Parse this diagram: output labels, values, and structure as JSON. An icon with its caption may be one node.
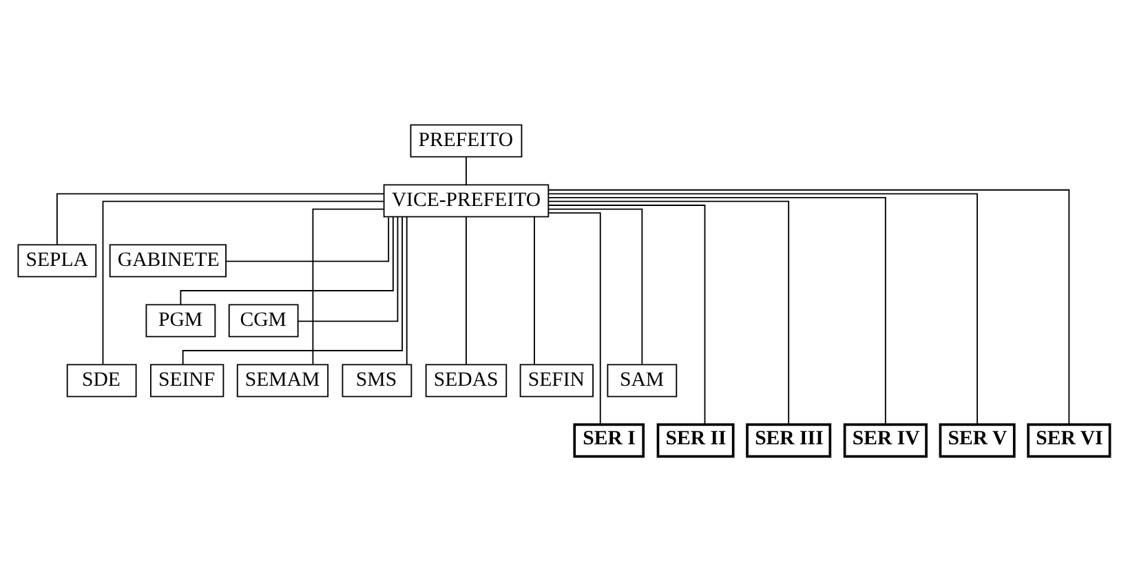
{
  "diagram": {
    "nodes": [
      {
        "text": [
          "PREFEITO"
        ]
      },
      {
        "text": [
          "VICE-PREFEITO"
        ]
      },
      {
        "text": [
          "SEPLA"
        ]
      },
      {
        "text": [
          "GABINETE"
        ]
      },
      {
        "text": [
          "PGM"
        ]
      },
      {
        "text": [
          "CGM"
        ]
      },
      {
        "text": [
          "SDE"
        ]
      },
      {
        "text": [
          "SEINF"
        ]
      },
      {
        "text": [
          "SEMAM"
        ]
      },
      {
        "text": [
          "SMS"
        ]
      },
      {
        "text": [
          "SEDAS"
        ]
      },
      {
        "text": [
          "SEFIN"
        ]
      },
      {
        "text": [
          "SAM"
        ]
      },
      {
        "text": [
          "SER I"
        ]
      },
      {
        "text": [
          "SER II"
        ]
      },
      {
        "text": [
          "SER III"
        ]
      },
      {
        "text": [
          "SER IV"
        ]
      },
      {
        "text": [
          "SER V"
        ]
      },
      {
        "text": [
          "SER VI"
        ]
      }
    ],
    "edges": [
      {
        "from": 0,
        "to": 1,
        "arrow": "none"
      },
      {
        "from": 1,
        "to": 2,
        "arrow": "none"
      },
      {
        "from": 1,
        "to": 3,
        "arrow": "none"
      },
      {
        "from": 1,
        "to": 4,
        "arrow": "none"
      },
      {
        "from": 1,
        "to": 5,
        "arrow": "none"
      },
      {
        "from": 1,
        "to": 6,
        "arrow": "none"
      },
      {
        "from": 1,
        "to": 7,
        "arrow": "none"
      },
      {
        "from": 1,
        "to": 8,
        "arrow": "none"
      },
      {
        "from": 1,
        "to": 9,
        "arrow": "none"
      },
      {
        "from": 1,
        "to": 10,
        "arrow": "none"
      },
      {
        "from": 1,
        "to": 11,
        "arrow": "none"
      },
      {
        "from": 1,
        "to": 12,
        "arrow": "none"
      },
      {
        "from": 1,
        "to": 13,
        "arrow": "none"
      },
      {
        "from": 1,
        "to": 14,
        "arrow": "none"
      },
      {
        "from": 1,
        "to": 15,
        "arrow": "none"
      },
      {
        "from": 1,
        "to": 16,
        "arrow": "none"
      },
      {
        "from": 1,
        "to": 17,
        "arrow": "none"
      },
      {
        "from": 1,
        "to": 18,
        "arrow": "none"
      }
    ]
  }
}
